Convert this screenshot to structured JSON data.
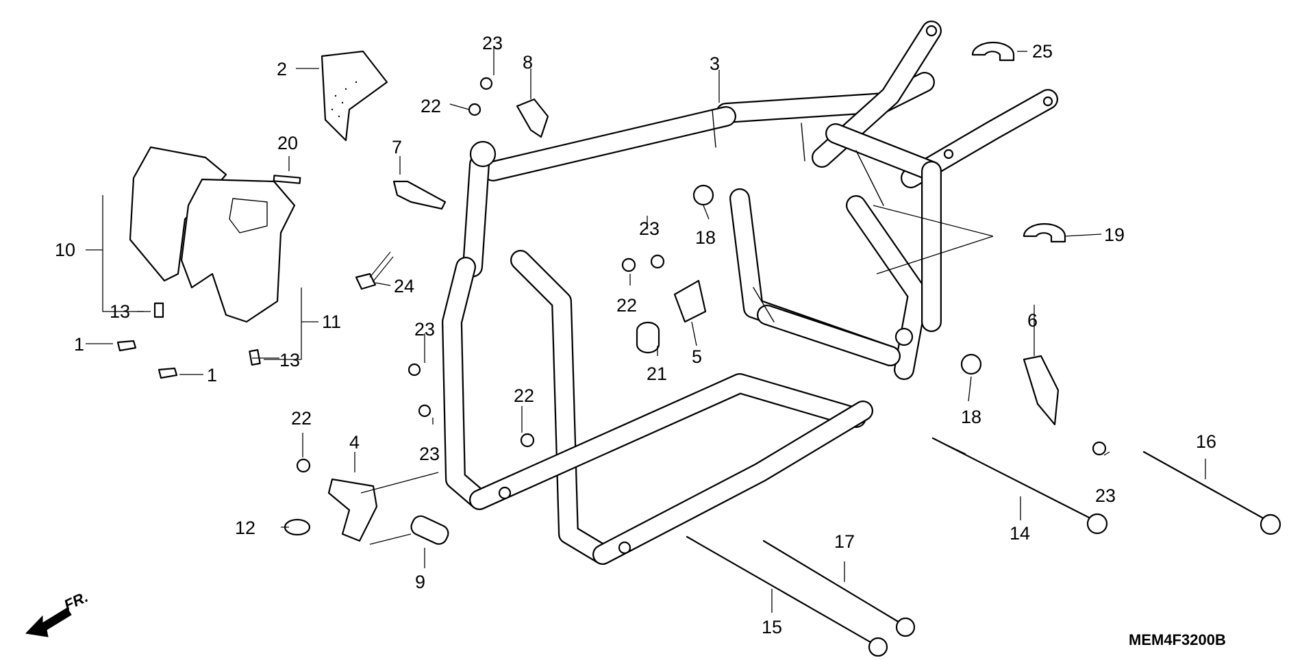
{
  "diagram": {
    "code": "MEM4F3200B",
    "direction_label": "FR.",
    "labels": {
      "p1a": "1",
      "p1b": "1",
      "p2": "2",
      "p3": "3",
      "p4": "4",
      "p5": "5",
      "p6": "6",
      "p7": "7",
      "p8": "8",
      "p9": "9",
      "p10": "10",
      "p11": "11",
      "p12": "12",
      "p13a": "13",
      "p13b": "13",
      "p14": "14",
      "p15": "15",
      "p16": "16",
      "p17": "17",
      "p18a": "18",
      "p18b": "18",
      "p19": "19",
      "p20": "20",
      "p21": "21",
      "p22a": "22",
      "p22b": "22",
      "p22c": "22",
      "p22d": "22",
      "p23a": "23",
      "p23b": "23",
      "p23c": "23",
      "p23d": "23",
      "p23e": "23",
      "p24": "24",
      "p25": "25"
    }
  }
}
